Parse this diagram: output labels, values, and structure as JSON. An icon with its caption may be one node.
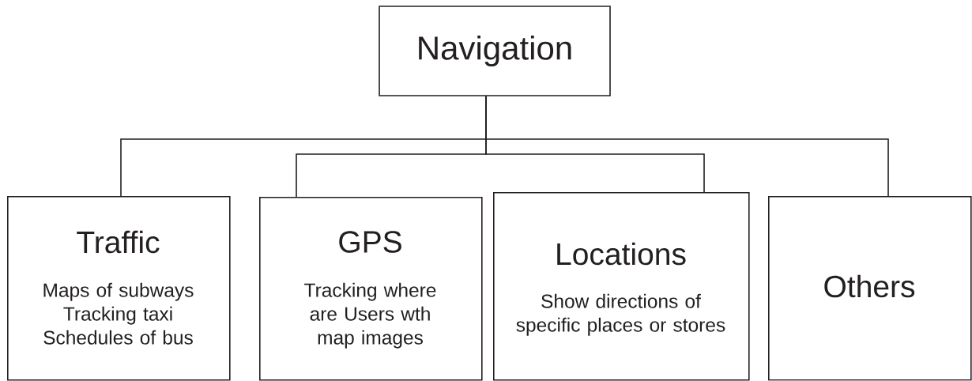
{
  "diagram": {
    "nodes": [
      {
        "text": [
          "Navigation"
        ]
      },
      {
        "text": [
          "Traffic",
          "Maps of subways Tracking taxi Schedules of bus"
        ]
      },
      {
        "text": [
          "GPS",
          "Tracking where are Users wth map images"
        ]
      },
      {
        "text": [
          "Locations",
          "Show directions of specific places or stores"
        ]
      },
      {
        "text": [
          "Others"
        ]
      }
    ],
    "edges": [
      {
        "from": 0,
        "to": 1,
        "arrow": "none"
      },
      {
        "from": 0,
        "to": 2,
        "arrow": "none"
      },
      {
        "from": 0,
        "to": 3,
        "arrow": "none"
      },
      {
        "from": 0,
        "to": 4,
        "arrow": "none"
      }
    ]
  }
}
